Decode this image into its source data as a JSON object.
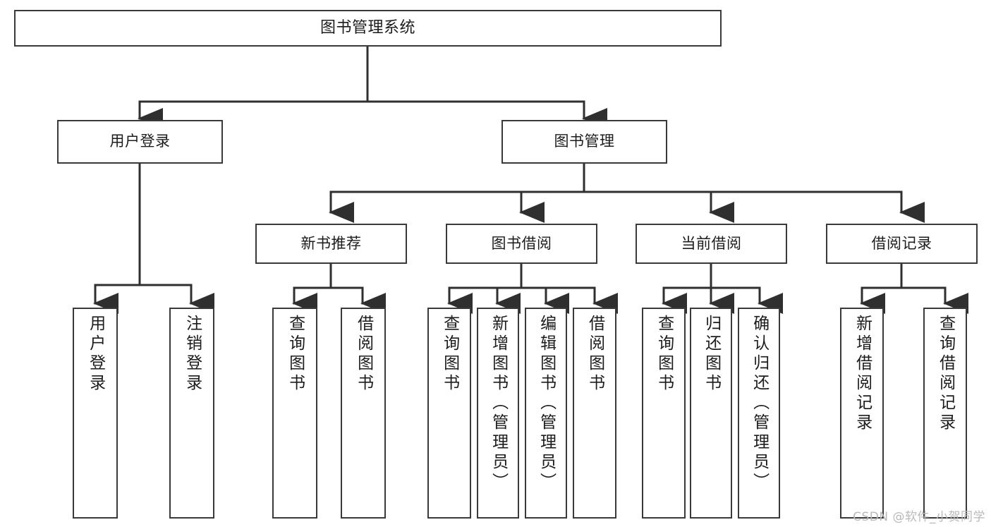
{
  "diagram": {
    "type": "tree-hierarchy",
    "title": "图书管理系统",
    "colors": {
      "box_border": "#3a3a3a",
      "box_fill": "#ffffff",
      "connector": "#2f2f2f",
      "text": "#1c1c1c",
      "watermark": "#b9b9b9",
      "background": "#ffffff"
    },
    "root": {
      "label": "图书管理系统"
    },
    "level1": [
      {
        "label": "用户登录"
      },
      {
        "label": "图书管理"
      }
    ],
    "level2": [
      {
        "label": "新书推荐"
      },
      {
        "label": "图书借阅"
      },
      {
        "label": "当前借阅"
      },
      {
        "label": "借阅记录"
      }
    ],
    "leaves": {
      "user_login": [
        {
          "label": "用户登录"
        },
        {
          "label": "注销登录"
        }
      ],
      "new_book_recommend": [
        {
          "label": "查询图书"
        },
        {
          "label": "借阅图书"
        }
      ],
      "book_borrow": [
        {
          "label": "查询图书"
        },
        {
          "label": "新增图书（管理员）"
        },
        {
          "label": "编辑图书（管理员）"
        },
        {
          "label": "借阅图书"
        }
      ],
      "current_borrow": [
        {
          "label": "查询图书"
        },
        {
          "label": "归还图书"
        },
        {
          "label": "确认归还（管理员）"
        }
      ],
      "borrow_record": [
        {
          "label": "新增借阅记录"
        },
        {
          "label": "查询借阅记录"
        }
      ]
    }
  },
  "watermark": {
    "text": "CSDN @软件_小贺同学"
  }
}
